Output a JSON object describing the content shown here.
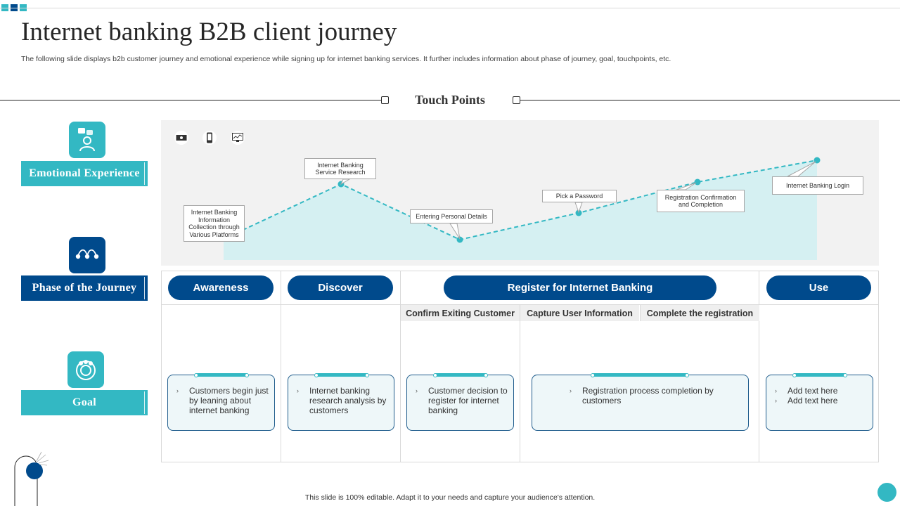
{
  "slide": {
    "title": "Internet banking B2B client journey",
    "subtitle": "The following slide displays b2b customer journey and emotional experience while signing up for internet banking services. It further includes information about phase of journey, goal, touchpoints, etc.",
    "footer": "This slide is 100% editable. Adapt it to your needs and capture your audience's attention."
  },
  "colors": {
    "navy": "#004a8c",
    "teal": "#33b8c3",
    "light_teal": "#d5f0f2"
  },
  "touch_points": {
    "title": "Touch Points",
    "icons": [
      "money-icon",
      "mobile-phone-icon",
      "monitor-chart-icon"
    ]
  },
  "rows": {
    "emotional": {
      "label": "Emotional Experience",
      "icon": "customer-feedback-icon"
    },
    "phase": {
      "label": "Phase of the Journey",
      "icon": "journey-steps-icon"
    },
    "goal": {
      "label": "Goal",
      "icon": "target-group-icon"
    }
  },
  "journey_points": [
    {
      "label": "Internet Banking Information Collection through Various Platforms"
    },
    {
      "label": "Internet Banking Service Research"
    },
    {
      "label": "Entering Personal Details"
    },
    {
      "label": "Pick a Password"
    },
    {
      "label": "Registration Confirmation and Completion"
    },
    {
      "label": "Internet Banking Login"
    }
  ],
  "phases": [
    "Awareness",
    "Discover",
    "Register for Internet Banking",
    "Use"
  ],
  "sub_phases": [
    "Confirm Exiting  Customer",
    "Capture User Information",
    "Complete the registration"
  ],
  "goals": [
    {
      "items": [
        "Customers begin just by leaning about internet banking"
      ]
    },
    {
      "items": [
        "Internet banking research analysis by customers"
      ]
    },
    {
      "items": [
        "Customer decision to register for internet banking"
      ]
    },
    {
      "items": [
        "Registration process completion by customers"
      ]
    },
    {
      "items": [
        "Add text here",
        "Add text here"
      ]
    }
  ]
}
